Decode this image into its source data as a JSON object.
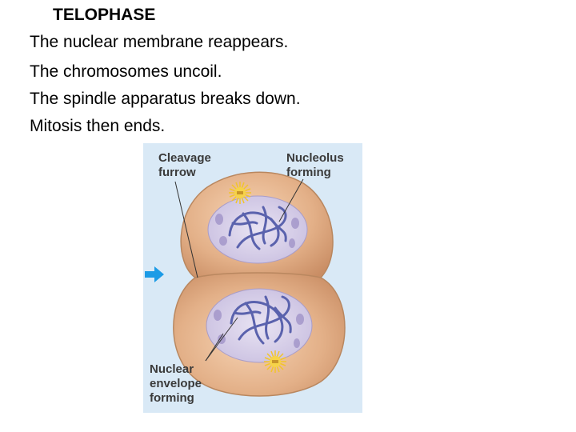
{
  "slide": {
    "title": "TELOPHASE",
    "lines": [
      "The nuclear membrane reappears.",
      "The chromosomes uncoil.",
      "The spindle apparatus breaks down.",
      "Mitosis then ends."
    ]
  },
  "figure": {
    "labels": {
      "cleavage_1": "Cleavage",
      "cleavage_2": "furrow",
      "nucleolus_1": "Nucleolus",
      "nucleolus_2": "forming",
      "envelope_1": "Nuclear",
      "envelope_2": "envelope",
      "envelope_3": "forming"
    },
    "colors": {
      "background": "#d9e9f6",
      "cell": "#dfae85",
      "nucleus": "#d8d1ea",
      "chromatin": "#5a62ad",
      "centrosome": "#f2c52a",
      "arrow": "#1c9be6"
    },
    "pointer_icon": "blue-arrow-icon"
  }
}
